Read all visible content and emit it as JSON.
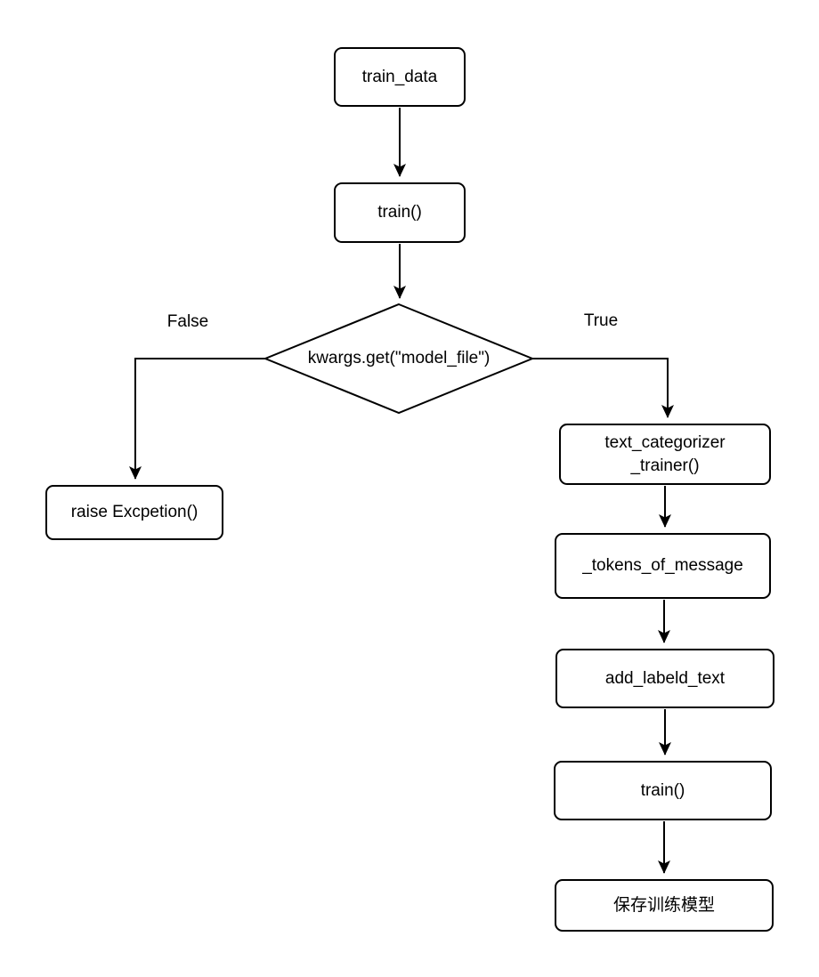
{
  "diagram": {
    "nodes": {
      "train_data": {
        "label": "train_data"
      },
      "train_first": {
        "label": "train()"
      },
      "decision": {
        "label": "kwargs.get(\"model_file\")"
      },
      "raise_exception": {
        "label": "raise Excpetion()"
      },
      "text_categorizer_trainer": {
        "label": "text_categorizer\n_trainer()"
      },
      "tokens_of_message": {
        "label": "_tokens_of_message"
      },
      "add_labeld_text": {
        "label": "add_labeld_text"
      },
      "train_second": {
        "label": "train()"
      },
      "save_model": {
        "label": "保存训练模型"
      }
    },
    "edge_labels": {
      "false_branch": "False",
      "true_branch": "True"
    },
    "colors": {
      "stroke": "#000000",
      "node_fill": "#ffffff",
      "background": "#ffffff"
    }
  }
}
